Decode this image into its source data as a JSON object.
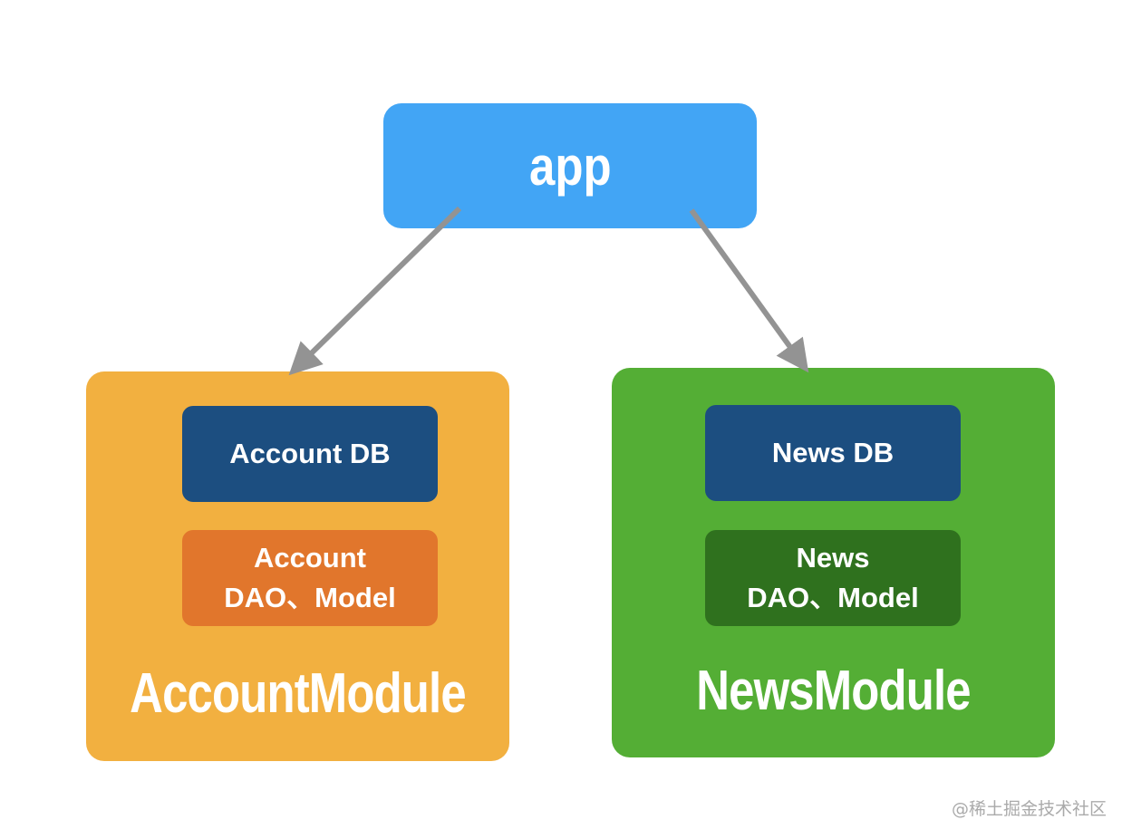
{
  "app": {
    "label": "app",
    "color": "#42a5f5"
  },
  "account_module": {
    "title": "AccountModule",
    "db": "Account DB",
    "dao_line1": "Account",
    "dao_line2": "DAO、Model",
    "color": "#f2b040"
  },
  "news_module": {
    "title": "NewsModule",
    "db": "News DB",
    "dao_line1": "News",
    "dao_line2": "DAO、Model",
    "color": "#54ae35"
  },
  "watermark": "@稀土掘金技术社区"
}
